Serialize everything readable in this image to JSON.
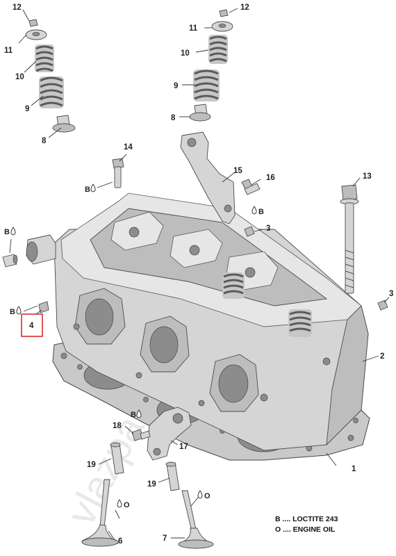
{
  "watermark": "vlazparts.ameliife",
  "callouts": {
    "c1": "1",
    "c2": "2",
    "c3a": "3",
    "c3b": "3",
    "c4": "4",
    "c6": "6",
    "c7": "7",
    "c8a": "8",
    "c8b": "8",
    "c9a": "9",
    "c9b": "9",
    "c10a": "10",
    "c10b": "10",
    "c11a": "11",
    "c11b": "11",
    "c12a": "12",
    "c12b": "12",
    "c13": "13",
    "c14": "14",
    "c15": "15",
    "c16": "16",
    "c17": "17",
    "c18": "18",
    "c19a": "19",
    "c19b": "19"
  },
  "symbols": {
    "loctite": "B",
    "oil": "O"
  },
  "legend": {
    "line1": "B .... LOCTITE 243",
    "line2": "O .... ENGINE OIL"
  },
  "colors": {
    "highlight_box": "#d32f2f"
  }
}
